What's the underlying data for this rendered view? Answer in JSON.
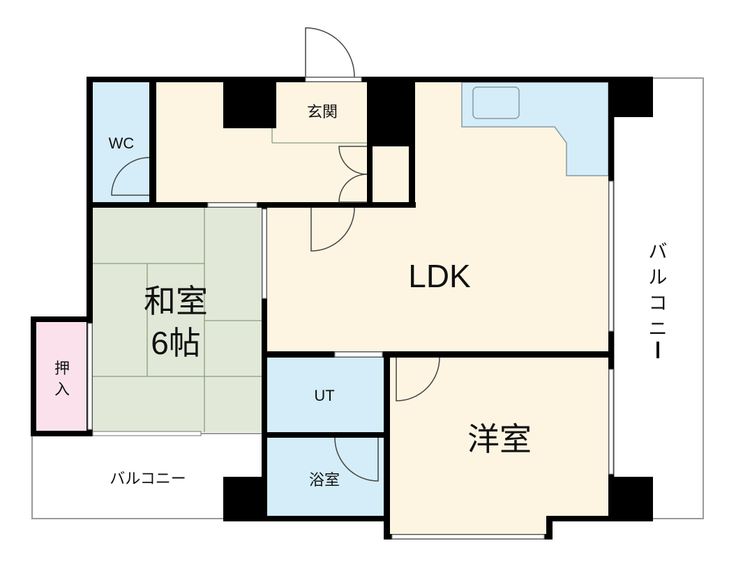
{
  "floorplan": {
    "rooms": {
      "wc": "WC",
      "genkan": "玄関",
      "ldk": "LDK",
      "washitsu_line1": "和室",
      "washitsu_line2": "6帖",
      "oshiire_line1": "押",
      "oshiire_line2": "入",
      "ut": "UT",
      "yokushitsu": "浴室",
      "yoshitsu": "洋室"
    },
    "balconies": {
      "east_chars": [
        "バ",
        "ル",
        "コ",
        "ニ",
        "ー"
      ],
      "south": "バルコニー"
    },
    "colors": {
      "wall": "#000000",
      "wet_area": "#d4edf8",
      "living": "#fdf5e2",
      "tatami": "#e2e8d8",
      "closet": "#fbe1ec",
      "outline": "#9a9a9a"
    }
  }
}
